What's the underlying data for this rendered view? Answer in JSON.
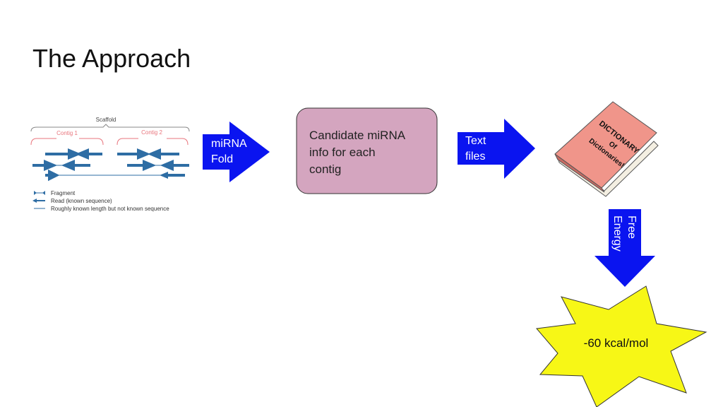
{
  "slide": {
    "title": "The Approach"
  },
  "scaffold_figure": {
    "scaffold_label": "Scaffold",
    "contig1_label": "Contig 1",
    "contig2_label": "Contig 2",
    "legend": {
      "fragment": "Fragment",
      "read": "Read (known sequence)",
      "length": "Roughly known length but not known sequence"
    }
  },
  "arrow1": {
    "label_line1": "miRNA",
    "label_line2": "Fold"
  },
  "box": {
    "line1": "Candidate miRNA",
    "line2": "info for each",
    "line3": "contig"
  },
  "arrow2": {
    "label_line1": "Text",
    "label_line2": "files"
  },
  "book": {
    "line1": "DICTIONARY",
    "line2": "Of",
    "line3": "Dictionaries!"
  },
  "arrow3": {
    "label_line1": "Free",
    "label_line2": "Energy"
  },
  "burst": {
    "label": "-60 kcal/mol"
  },
  "colors": {
    "arrow_blue": "#0a14f0",
    "box_fill": "#d4a5bf",
    "book_cover": "#f0958a",
    "burst_fill": "#f7f716",
    "figure_blue": "#2e6da4",
    "figure_pink": "#e8747c"
  }
}
